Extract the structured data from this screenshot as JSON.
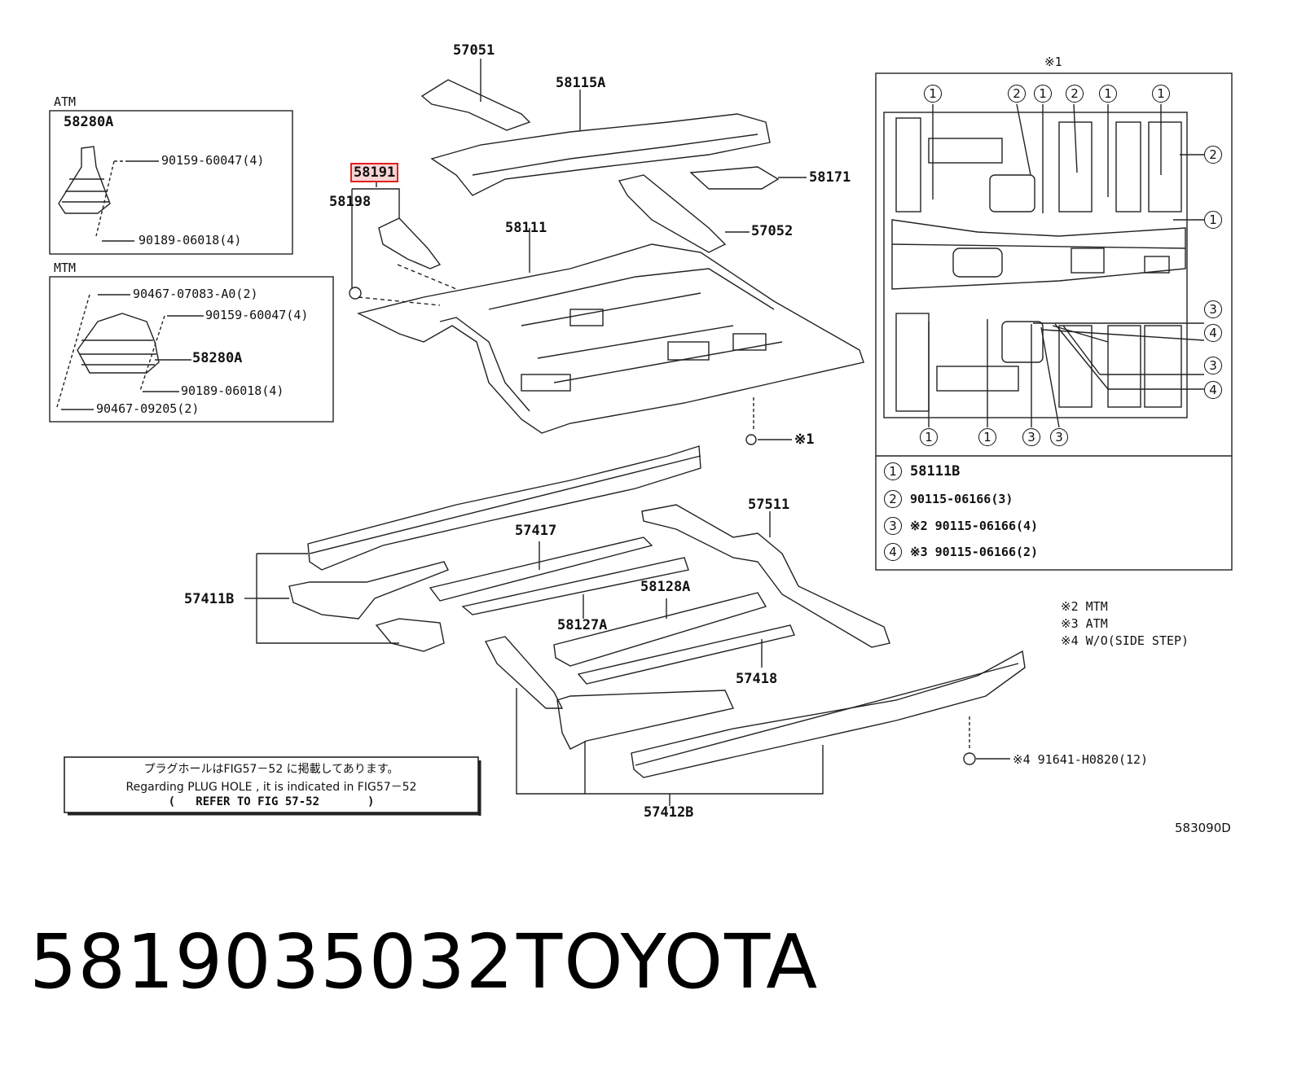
{
  "diagram": {
    "inset_title": "※1",
    "inset_mark": "※1",
    "atm_box": {
      "title": "ATM",
      "part_main": "58280A",
      "part_a": "90159-60047(4)",
      "part_b": "90189-06018(4)"
    },
    "mtm_box": {
      "title": "MTM",
      "part_a": "90467-07083-A0(2)",
      "part_b": "90159-60047(4)",
      "part_main": "58280A",
      "part_c": "90189-06018(4)",
      "part_d": "90467-09205(2)"
    },
    "labels": {
      "p57051": "57051",
      "p58115a": "58115A",
      "p58191": "58191",
      "p58198": "58198",
      "p58171": "58171",
      "p58111": "58111",
      "p57052": "57052",
      "p57511": "57511",
      "p57417": "57417",
      "p57411b": "57411B",
      "p58128a": "58128A",
      "p58127a": "58127A",
      "p57418": "57418",
      "p57412b": "57412B",
      "bolt_note": "※4 91641-H0820(12)"
    },
    "legend_rows": [
      {
        "num": "1",
        "text": "58111B"
      },
      {
        "num": "2",
        "text": "90115-06166(3)"
      },
      {
        "num": "3",
        "text": "※2 90115-06166(4)"
      },
      {
        "num": "4",
        "text": "※3 90115-06166(2)"
      }
    ],
    "callouts_top": [
      "1",
      "2",
      "1",
      "2",
      "1",
      "1"
    ],
    "callouts_right": [
      "2",
      "1",
      "3",
      "4",
      "3",
      "4"
    ],
    "callouts_bottom": [
      "1",
      "1",
      "3",
      "3"
    ],
    "notes": [
      "※2 MTM",
      "※3 ATM",
      "※4 W/O(SIDE STEP)"
    ],
    "plug_note": {
      "line1": "プラグホールはFIG57－52 に掲載してあります。",
      "line2": "Regarding PLUG HOLE , it is indicated in FIG57－52",
      "line3": "(   REFER TO FIG 57-52       )"
    },
    "figure_code": "583090D"
  },
  "footer": {
    "part_number": "5819035032",
    "brand": "TOYOTA"
  }
}
